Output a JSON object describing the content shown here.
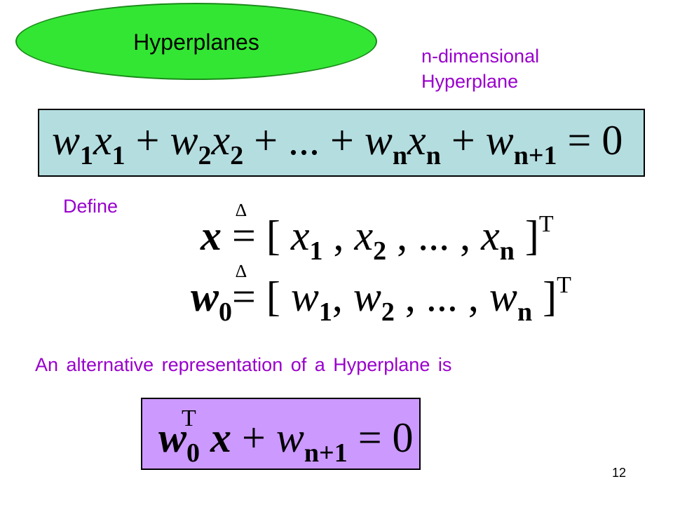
{
  "title": "Hyperplanes",
  "caption_line1": "n-dimensional",
  "caption_line2": "Hyperplane",
  "define_label": "Define",
  "alt_text": "An alternative representation of a Hyperplane is",
  "page_number": "12",
  "colors": {
    "oval": "#33e633",
    "box1": "#b4dde0",
    "box2": "#cc99ff",
    "caption": "#9900cc"
  },
  "equation1": {
    "w": "w",
    "x": "x",
    "sub1": "1",
    "sub2": "2",
    "subn": "n",
    "subn1": "n+1",
    "plus": "+",
    "dots": "...",
    "equals": "=",
    "zero": "0"
  },
  "equation_x": {
    "lhs": "x",
    "eq": "=",
    "open": "[",
    "var": "x",
    "sub1": "1",
    "sub2": "2",
    "subn": "n",
    "comma": ",",
    "dots": "...",
    "close": "]",
    "sup": "T",
    "delta": "∆"
  },
  "equation_w0": {
    "lhs": "w",
    "lhs_sub": "0",
    "eq": "=",
    "open": "[",
    "var": "w",
    "sub1": "1",
    "sub2": "2",
    "subn": "n",
    "comma": ",",
    "dots": "...",
    "close": "]",
    "sup": "T",
    "delta": "∆"
  },
  "equation2": {
    "w": "w",
    "w_sub": "0",
    "w_sup": "T",
    "x": "x",
    "plus": "+",
    "wn": "w",
    "wn_sub": "n+1",
    "equals": "=",
    "zero": "0"
  }
}
